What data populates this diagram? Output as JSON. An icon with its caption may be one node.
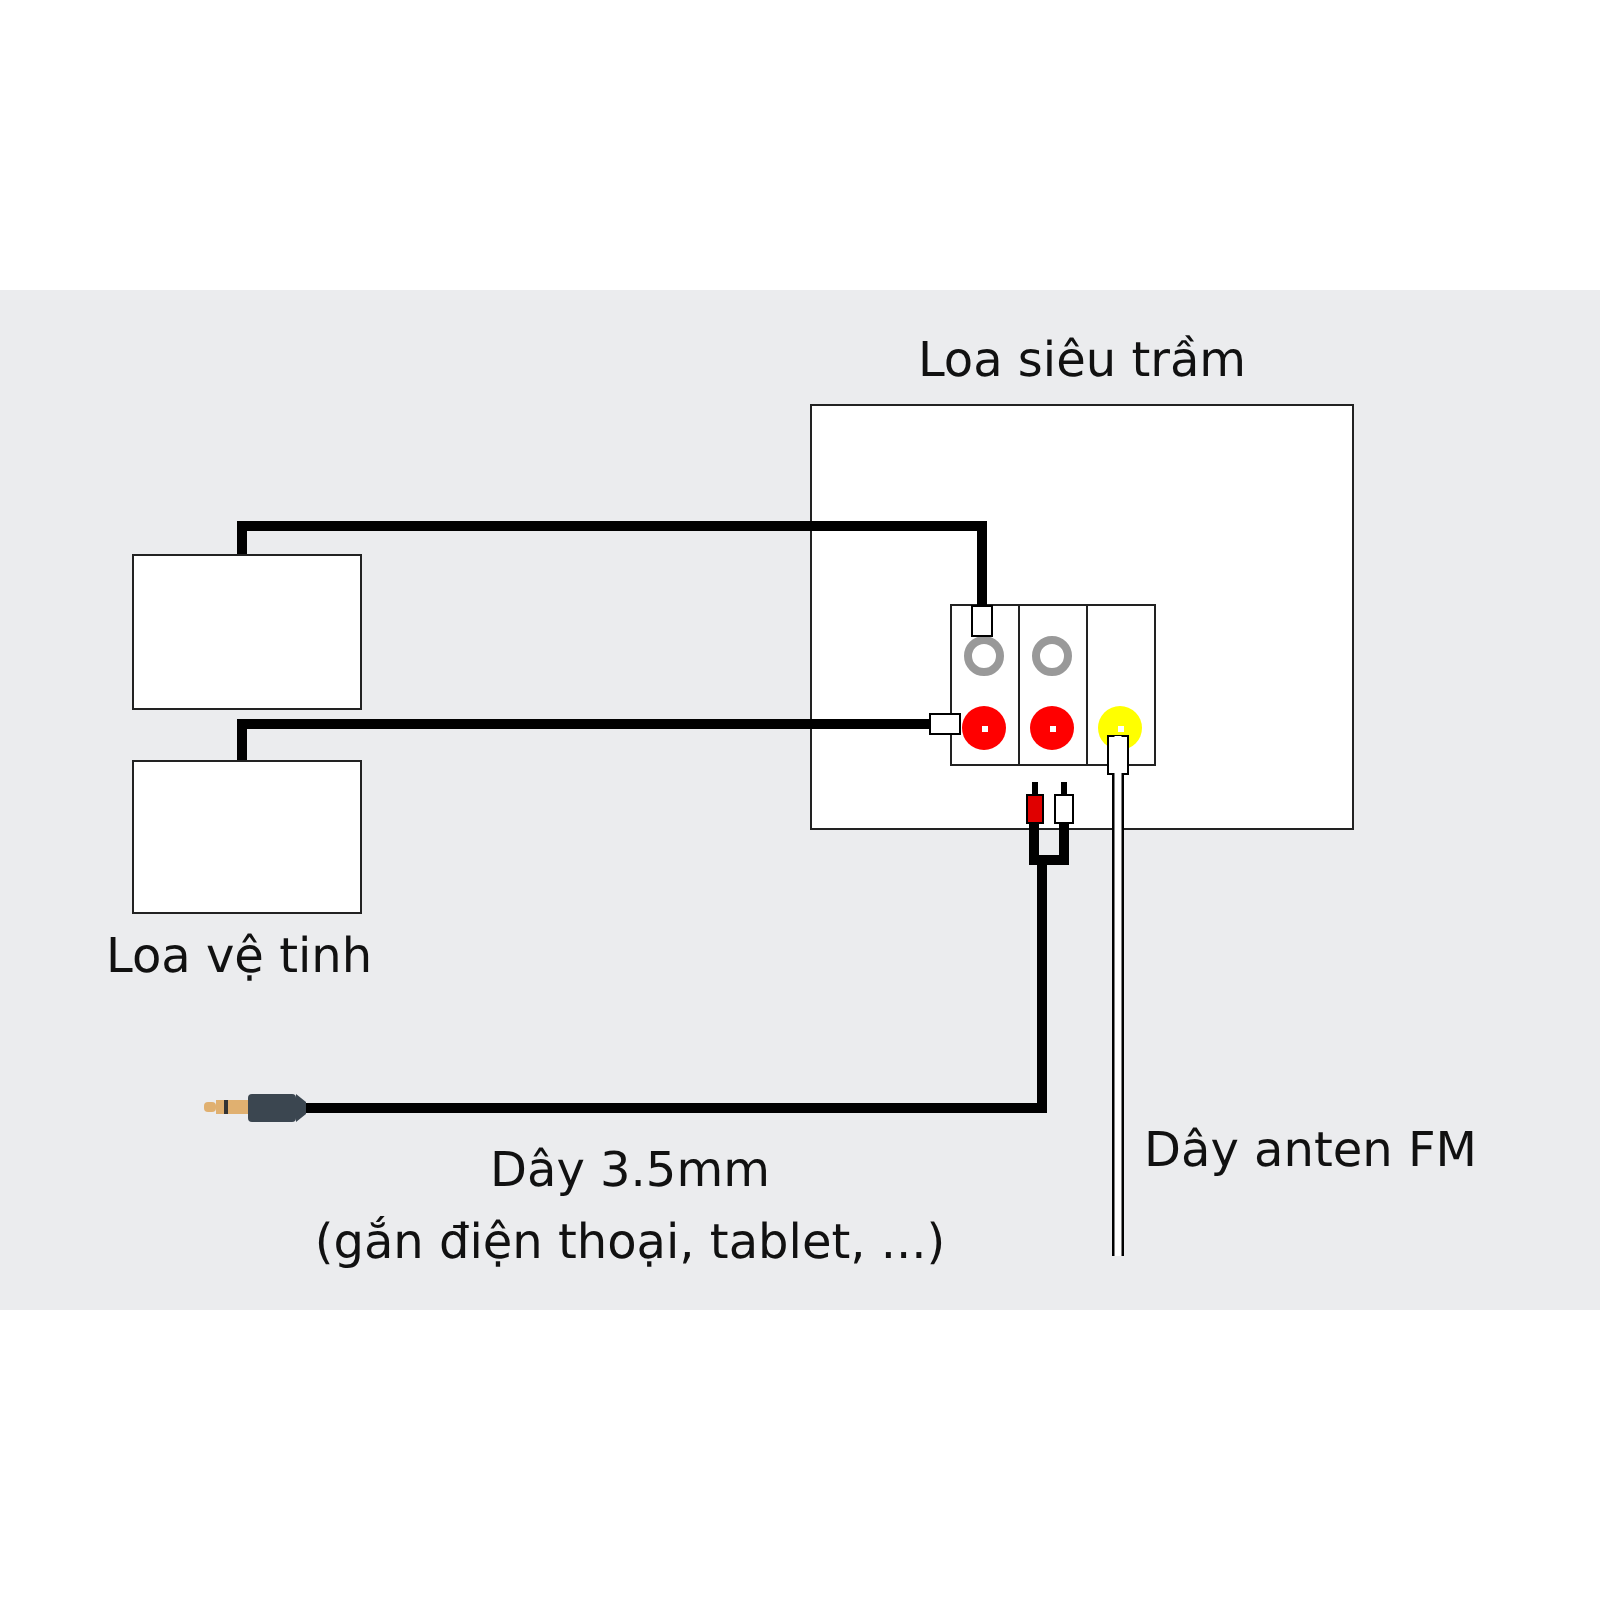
{
  "diagram": {
    "nodes": [
      {
        "text": [
          "Loa siêu trầm"
        ]
      },
      {
        "text": [],
        "shape": "box"
      },
      {
        "text": [],
        "shape": "box"
      },
      {
        "text": [],
        "shape": "box",
        "in": 0
      },
      {
        "text": [],
        "shape": "circle",
        "in": 3
      },
      {
        "text": [],
        "shape": "circle",
        "in": 3
      },
      {
        "text": [],
        "shape": "circle",
        "in": 3
      },
      {
        "text": [],
        "shape": "circle",
        "in": 3
      },
      {
        "text": [],
        "shape": "circle",
        "in": 3
      },
      {
        "text": [],
        "shape": "plug"
      },
      {
        "text": [],
        "shape": "plug",
        "in": 0
      },
      {
        "text": [],
        "shape": "plug",
        "in": 0
      }
    ],
    "edges": [
      {
        "from": 1,
        "to": 4,
        "arrow": "other"
      },
      {
        "from": 2,
        "to": 6,
        "arrow": "other"
      },
      {
        "from": 9,
        "to": 10,
        "arrow": "none",
        "label": "Dây 3.5mm (gắn điện thoại, tablet, ...)"
      },
      {
        "from": 9,
        "to": 11,
        "arrow": "none"
      },
      {
        "from": 8,
        "to": null,
        "arrow": "other",
        "label": "Dây anten FM"
      }
    ],
    "labels": [
      "Loa vệ tinh"
    ]
  }
}
